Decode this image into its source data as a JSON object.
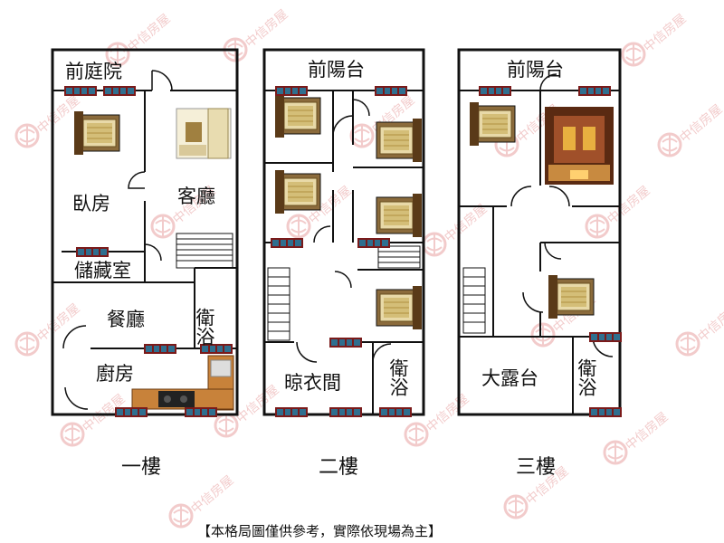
{
  "colors": {
    "wall": "#111111",
    "window_frame": "#7a1a1a",
    "window_glass": "#2f6f8f",
    "watermark": "#e8a0a0",
    "bed_frame": "#8b6b3c",
    "bed_sheet": "#e8d9a8"
  },
  "watermark": {
    "text": "中信房屋"
  },
  "floors": [
    {
      "name": "一樓",
      "rooms": [
        {
          "label": "前庭院"
        },
        {
          "label": "臥房"
        },
        {
          "label": "客廳"
        },
        {
          "label": "儲藏室"
        },
        {
          "label": "餐廳"
        },
        {
          "label": "衛浴"
        },
        {
          "label": "廚房"
        }
      ]
    },
    {
      "name": "二樓",
      "rooms": [
        {
          "label": "前陽台"
        },
        {
          "label": "晾衣間"
        },
        {
          "label": "衛浴"
        }
      ]
    },
    {
      "name": "三樓",
      "rooms": [
        {
          "label": "前陽台"
        },
        {
          "label": "大露台"
        },
        {
          "label": "衛浴"
        }
      ]
    }
  ],
  "icons": [
    "bed-icon",
    "sofa-icon",
    "shrine-icon",
    "window-icon",
    "stairs-icon",
    "kitchen-counter-icon"
  ],
  "footer": {
    "note": "【本格局圖僅供參考，實際依現場為主】"
  }
}
